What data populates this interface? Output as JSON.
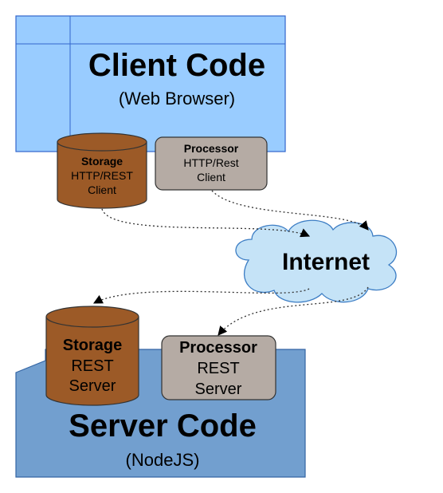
{
  "client": {
    "title": "Client Code",
    "subtitle": "(Web Browser)",
    "storage": {
      "title": "Storage",
      "line1": "HTTP/REST",
      "line2": "Client"
    },
    "processor": {
      "title": "Processor",
      "line1": "HTTP/Rest",
      "line2": "Client"
    }
  },
  "internet": {
    "label": "Internet"
  },
  "server": {
    "title": "Server Code",
    "subtitle": "(NodeJS)",
    "storage": {
      "title": "Storage",
      "line1": "REST",
      "line2": "Server"
    },
    "processor": {
      "title": "Processor",
      "line1": "REST",
      "line2": "Server"
    }
  },
  "colors": {
    "client_box": "#99ccff",
    "client_box_border": "#3366cc",
    "server_box": "#729fcf",
    "server_box_border": "#3465a4",
    "storage_fill": "#9c5a27",
    "processor_fill": "#b5aba4",
    "cloud_fill": "#c5e3f7",
    "cloud_border": "#3c7dc4"
  }
}
